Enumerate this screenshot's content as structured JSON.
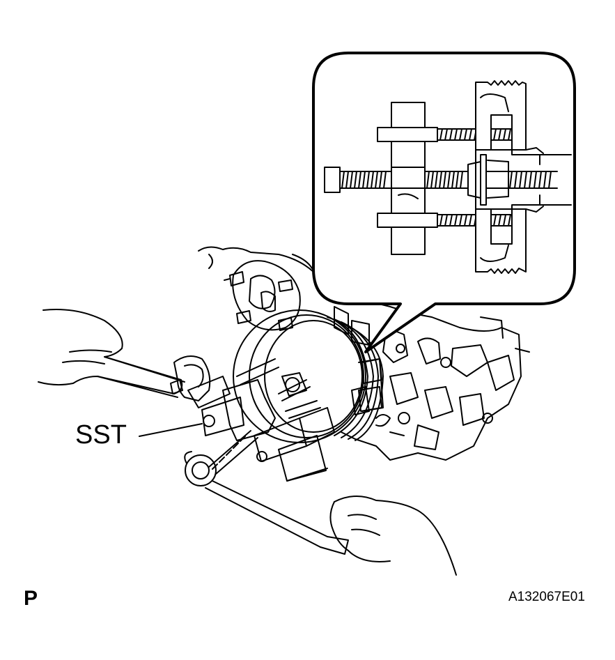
{
  "labels": {
    "sst": "SST",
    "corner_mark": "P",
    "figure_code": "A132067E01"
  },
  "colors": {
    "line": "#000000",
    "background": "#ffffff"
  }
}
